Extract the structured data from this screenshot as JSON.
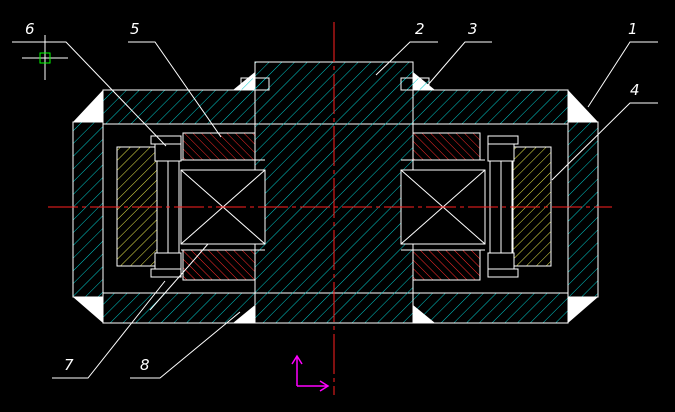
{
  "diagram": {
    "background": "#000000",
    "colors": {
      "outline": "#ffffff",
      "hatch_cyan": "#00c8c8",
      "hatch_red": "#ff2a2a",
      "hatch_yellow": "#e6e64a",
      "centerline": "#ff2020",
      "ucs": "#ff00ff",
      "cursor": "#00ff00"
    },
    "callouts": [
      {
        "id": "c1",
        "text": "1"
      },
      {
        "id": "c2",
        "text": "2"
      },
      {
        "id": "c3",
        "text": "3"
      },
      {
        "id": "c4",
        "text": "4"
      },
      {
        "id": "c5",
        "text": "5"
      },
      {
        "id": "c6",
        "text": "6"
      },
      {
        "id": "c7",
        "text": "7"
      },
      {
        "id": "c8",
        "text": "8"
      }
    ]
  }
}
